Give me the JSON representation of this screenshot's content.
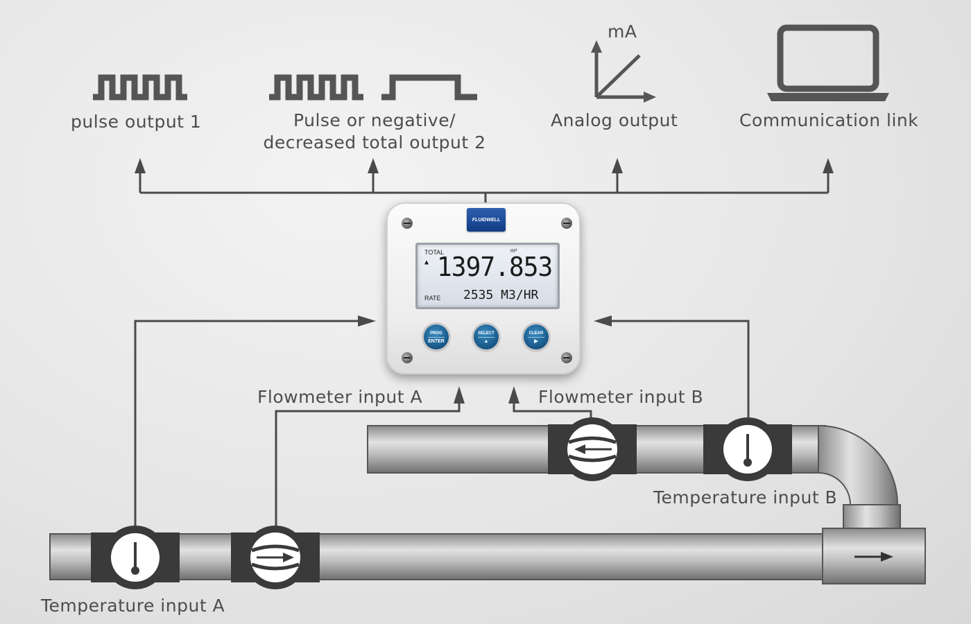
{
  "labels": {
    "pulse_output_1": "pulse output 1",
    "pulse_or_negative_line1": "Pulse or  negative/",
    "pulse_or_negative_line2": "decreased total output 2",
    "analog_output": "Analog output",
    "ma": "mA",
    "communication_link": "Communication link",
    "flowmeter_input_a": "Flowmeter  input A",
    "flowmeter_input_b": "Flowmeter input B",
    "temperature_input_a": "Temperature input A",
    "temperature_input_b": "Temperature input B"
  },
  "device": {
    "brand": "FLUIDWELL",
    "total_label": "TOTAL",
    "total_unit": "m³",
    "total_value": "1397.853",
    "rate_label": "RATE",
    "rate_value": "2535 M3/HR",
    "buttons": [
      {
        "top": "PROG",
        "bottom": "ENTER"
      },
      {
        "top": "SELECT",
        "bottom": "▲"
      },
      {
        "top": "CLEAR",
        "bottom": "▶"
      }
    ]
  },
  "icons": [
    "pulse-wave-icon",
    "square-wave-icon",
    "analog-graph-icon",
    "laptop-icon",
    "thermometer-icon",
    "flow-sensor-icon",
    "flow-direction-arrow-icon"
  ],
  "colors": {
    "line": "#4a4a4a",
    "icon": "#555555",
    "sensor_body": "#3a3a3a",
    "button": "#1b5d8e",
    "logo": "#1f4d9c"
  }
}
